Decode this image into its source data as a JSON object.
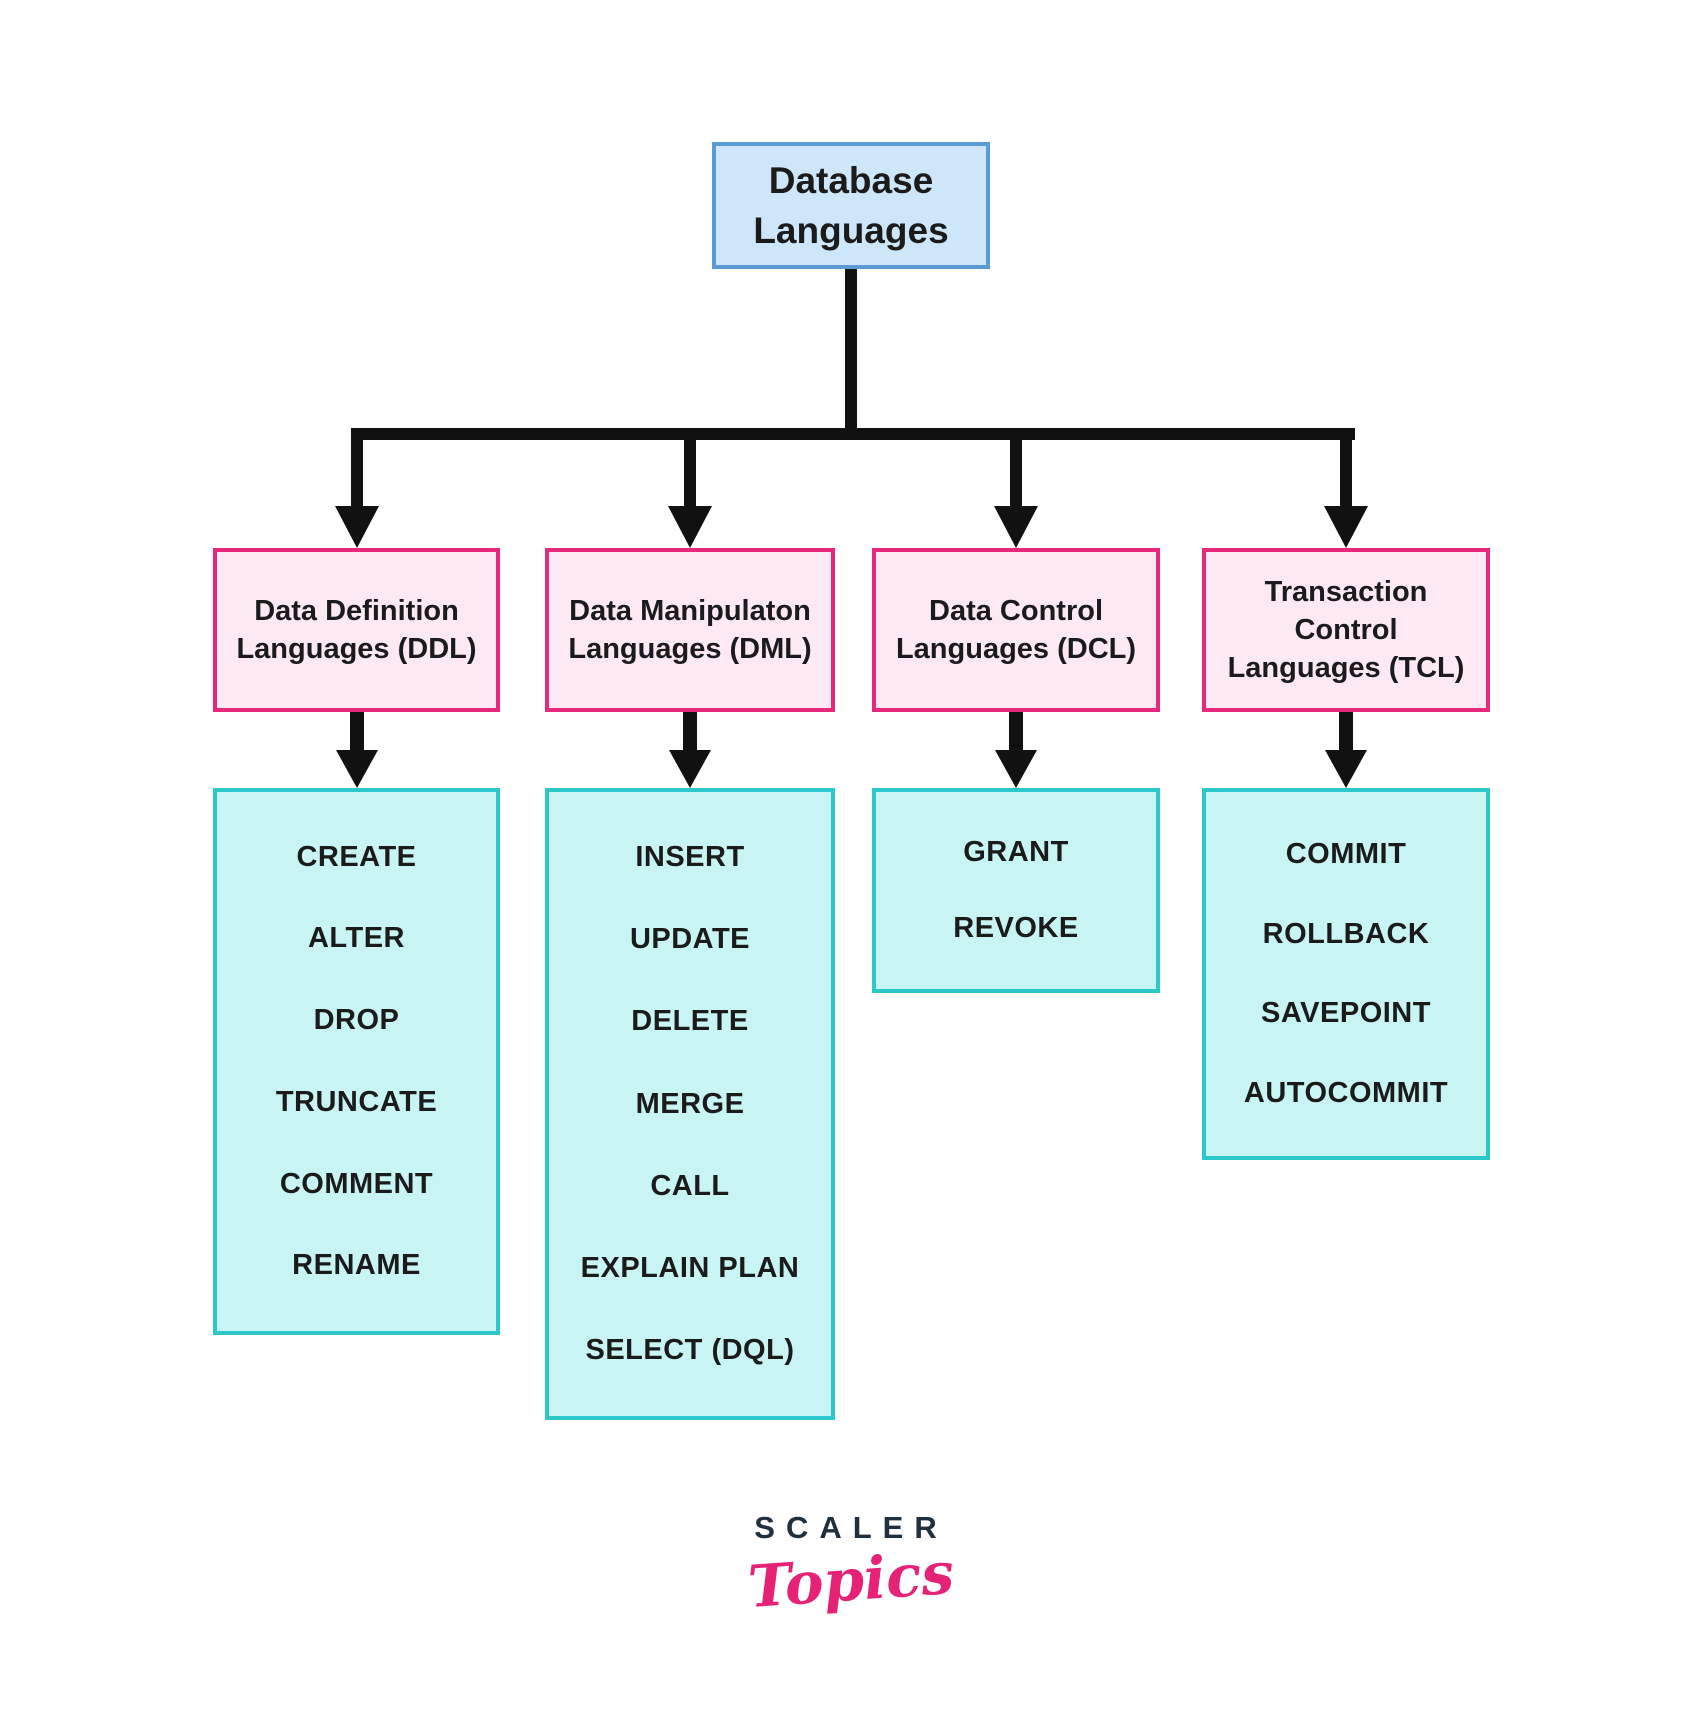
{
  "diagram": {
    "root": {
      "label": "Database Languages"
    },
    "branches": [
      {
        "title": "Data Definition Languages (DDL)",
        "items": [
          "CREATE",
          "ALTER",
          "DROP",
          "TRUNCATE",
          "COMMENT",
          "RENAME"
        ]
      },
      {
        "title": "Data Manipulaton Languages (DML)",
        "items": [
          "INSERT",
          "UPDATE",
          "DELETE",
          "MERGE",
          "CALL",
          "EXPLAIN PLAN",
          "SELECT (DQL)"
        ]
      },
      {
        "title": "Data Control Languages (DCL)",
        "items": [
          "GRANT",
          "REVOKE"
        ]
      },
      {
        "title": "Transaction Control Languages (TCL)",
        "items": [
          "COMMIT",
          "ROLLBACK",
          "SAVEPOINT",
          "AUTOCOMMIT"
        ]
      }
    ],
    "logo": {
      "line1": "SCALER",
      "line2": "Topics"
    },
    "colors": {
      "line": "#111111",
      "text": "#1b1b1b",
      "root-fill": "#cde6fa",
      "root-border": "#5b9bd5",
      "branch-fill": "#fce9f4",
      "branch-border": "#e7297e",
      "leaf-fill": "#c8f5f4",
      "leaf-border": "#2cc7c9",
      "logo-navy": "#21303f",
      "logo-pink": "#e62276"
    }
  }
}
